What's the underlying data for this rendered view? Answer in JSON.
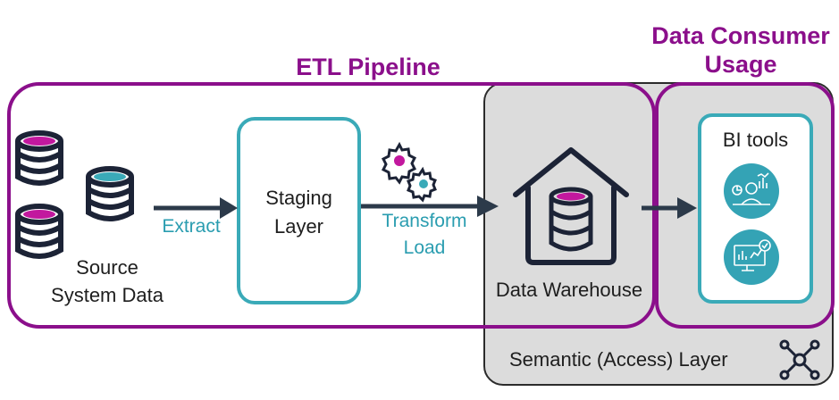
{
  "etl_title": "ETL Pipeline",
  "consumer_title": [
    "Data Consumer",
    "Usage"
  ],
  "source_label": [
    "Source",
    "System Data"
  ],
  "extract_label": "Extract",
  "staging_label": [
    "Staging",
    "Layer"
  ],
  "transform_load_label": [
    "Transform",
    "Load"
  ],
  "warehouse_label": "Data Warehouse",
  "bi_tools_label": "BI tools",
  "semantic_layer_label": "Semantic (Access) Layer",
  "colors": {
    "purple": "#8b0f8b",
    "teal": "#3aaab8",
    "navy": "#1c2336",
    "gray": "#dcdcdc",
    "magenta": "#c2189e"
  }
}
